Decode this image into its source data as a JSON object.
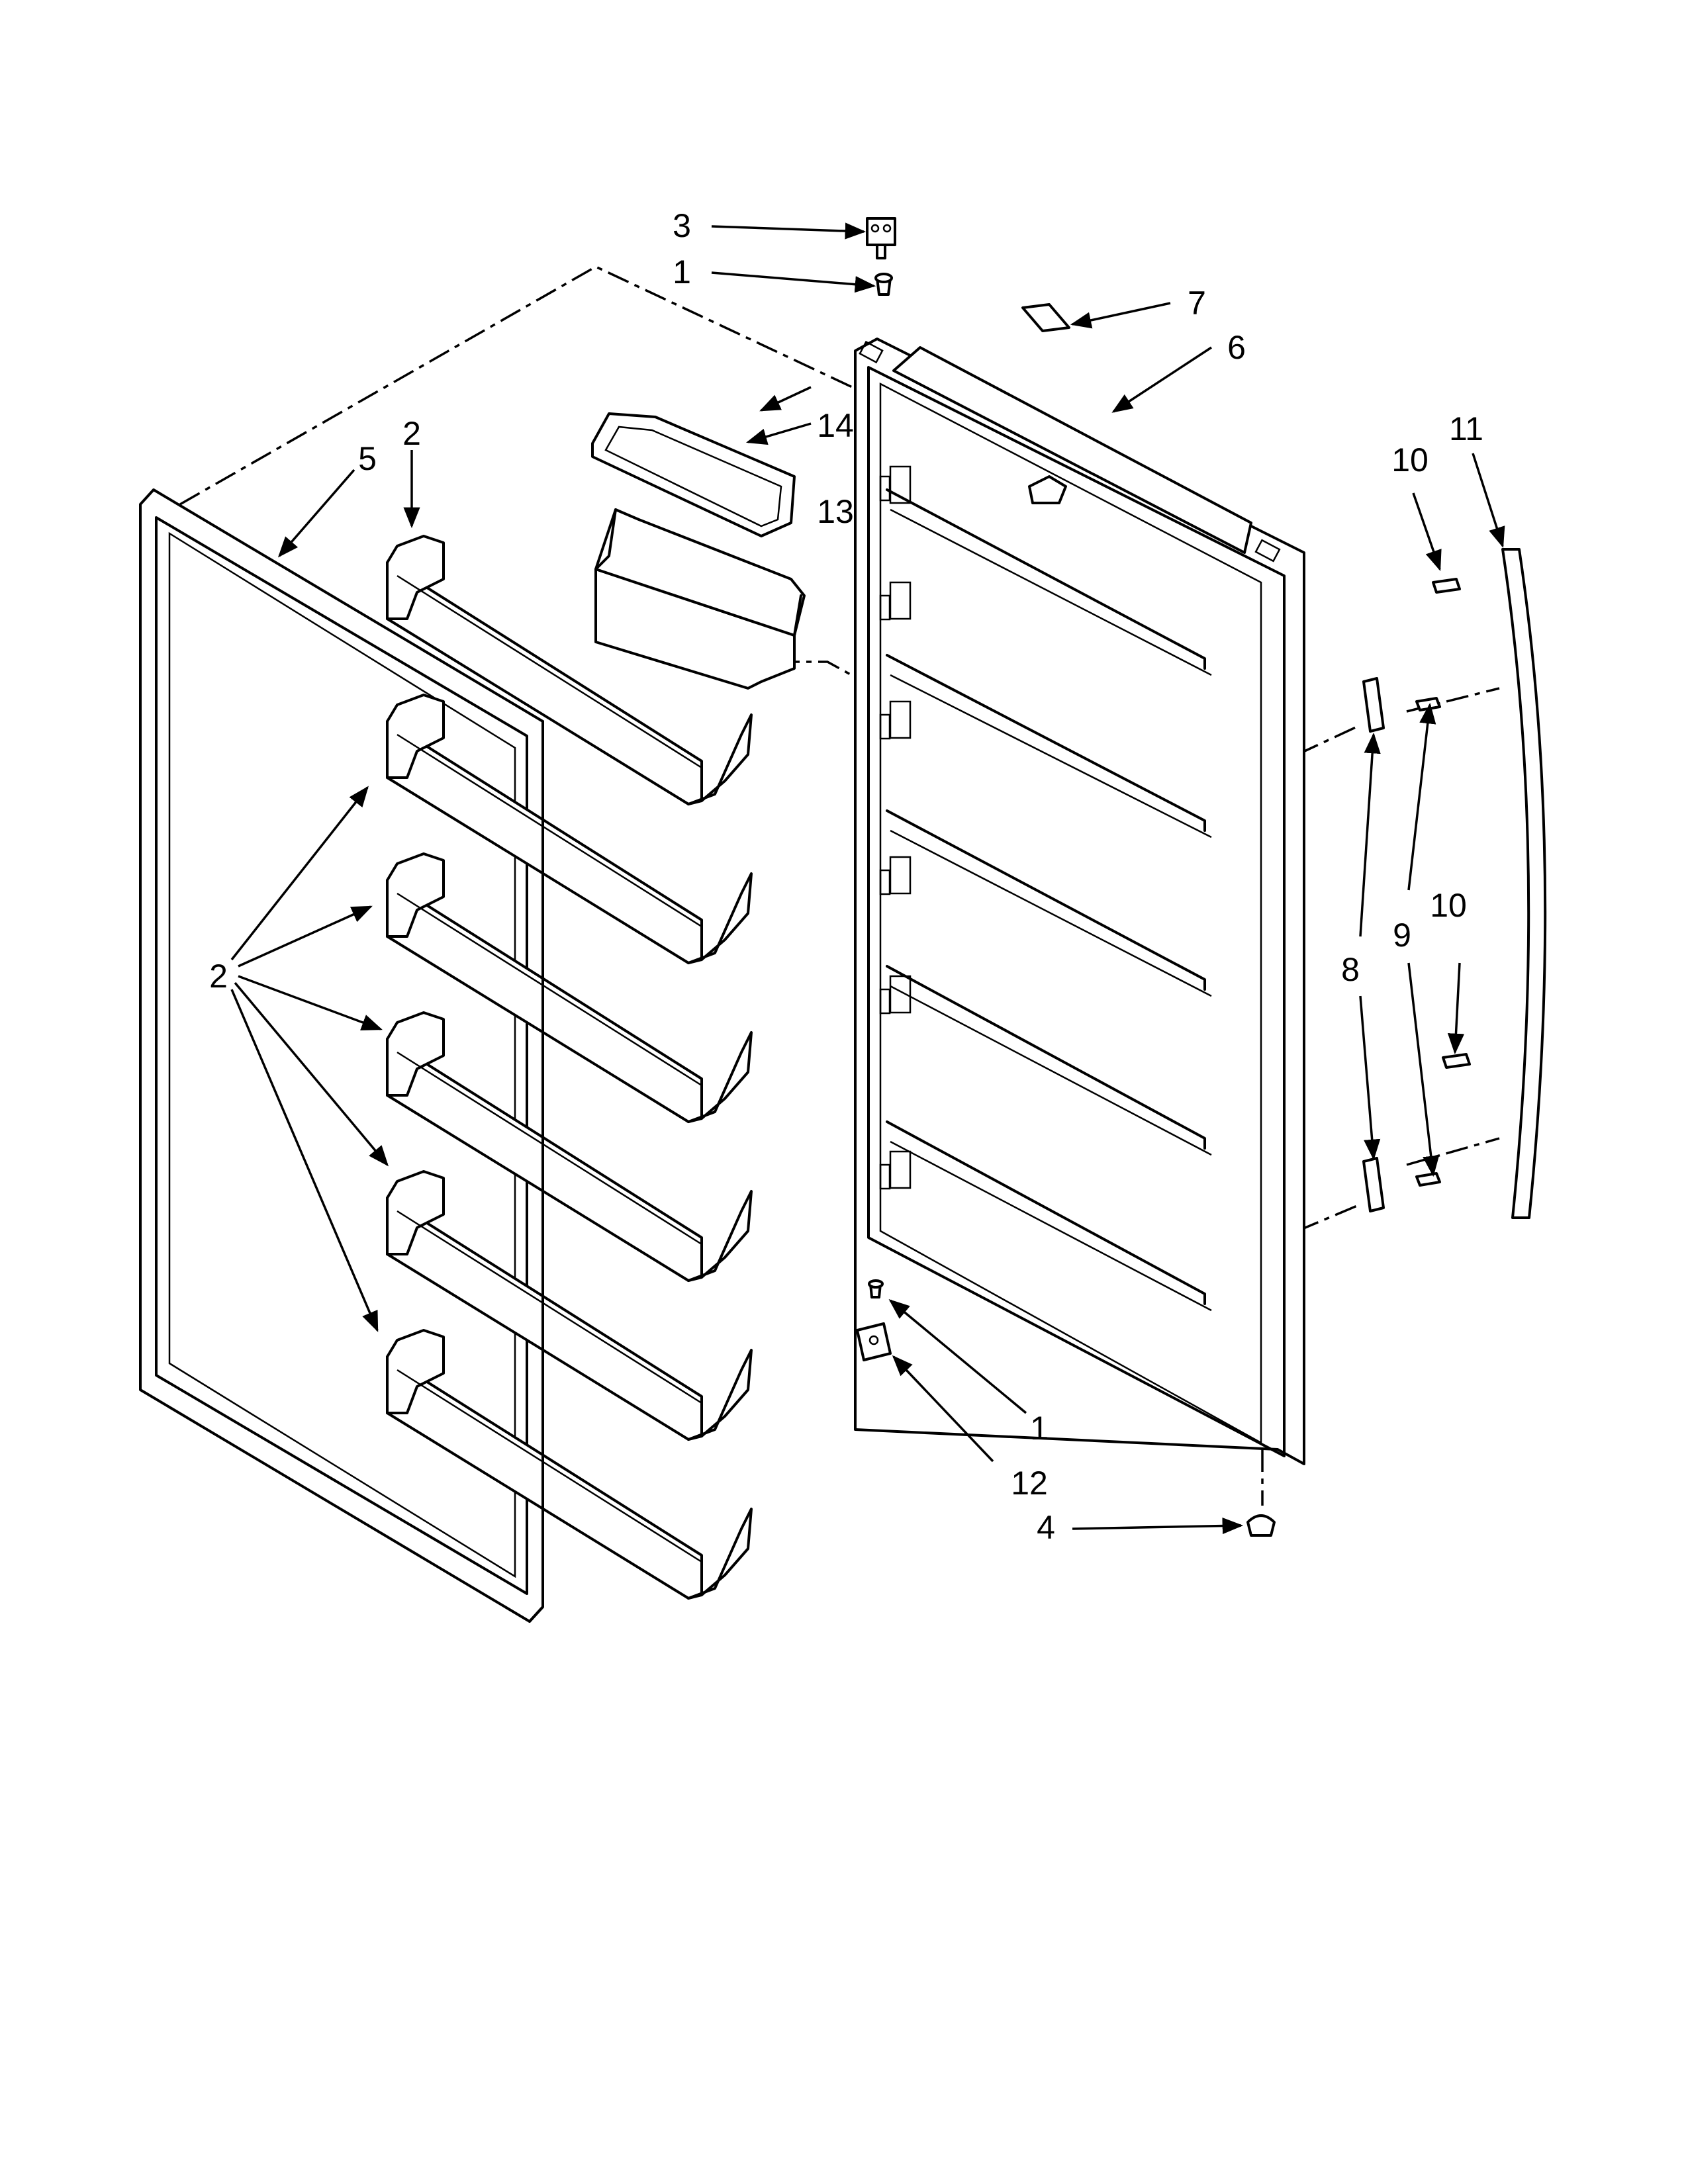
{
  "callouts": [
    {
      "id": "c-3-top",
      "label": "3"
    },
    {
      "id": "c-1-top",
      "label": "1"
    },
    {
      "id": "c-7",
      "label": "7"
    },
    {
      "id": "c-6",
      "label": "6"
    },
    {
      "id": "c-14",
      "label": "14"
    },
    {
      "id": "c-13",
      "label": "13"
    },
    {
      "id": "c-5",
      "label": "5"
    },
    {
      "id": "c-2-top",
      "label": "2"
    },
    {
      "id": "c-2-group",
      "label": "2"
    },
    {
      "id": "c-10-top",
      "label": "10"
    },
    {
      "id": "c-11",
      "label": "11"
    },
    {
      "id": "c-10-bottom",
      "label": "10"
    },
    {
      "id": "c-9",
      "label": "9"
    },
    {
      "id": "c-8",
      "label": "8"
    },
    {
      "id": "c-1-bottom",
      "label": "1"
    },
    {
      "id": "c-12",
      "label": "12"
    },
    {
      "id": "c-4",
      "label": "4"
    }
  ]
}
